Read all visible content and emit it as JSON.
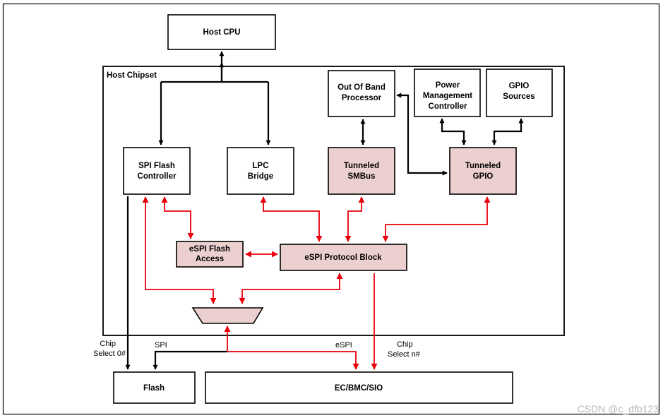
{
  "diagram": {
    "host_cpu": "Host CPU",
    "host_chipset": "Host Chipset",
    "oob_line1": "Out Of Band",
    "oob_line2": "Processor",
    "pm_line1": "Power",
    "pm_line2": "Management",
    "pm_line3": "Controller",
    "gpio_src_line1": "GPIO",
    "gpio_src_line2": "Sources",
    "spi_fc_line1": "SPI Flash",
    "spi_fc_line2": "Controller",
    "lpc_line1": "LPC",
    "lpc_line2": "Bridge",
    "tsmbus_line1": "Tunneled",
    "tsmbus_line2": "SMBus",
    "tgpio_line1": "Tunneled",
    "tgpio_line2": "GPIO",
    "espi_fa_line1": "eSPI Flash",
    "espi_fa_line2": "Access",
    "espi_protocol": "eSPI Protocol Block",
    "flash": "Flash",
    "ec_bmc_sio": "EC/BMC/SIO",
    "cs0_line1": "Chip",
    "cs0_line2": "Select 0#",
    "spi_label": "SPI",
    "espi_label": "eSPI",
    "csn_line1": "Chip",
    "csn_line2": "Select n#"
  },
  "watermark": "CSDN @c_dfb123",
  "colors": {
    "block_fill": "#ecd0cf",
    "red_link": "#e8000b",
    "black_link": "#000000"
  }
}
